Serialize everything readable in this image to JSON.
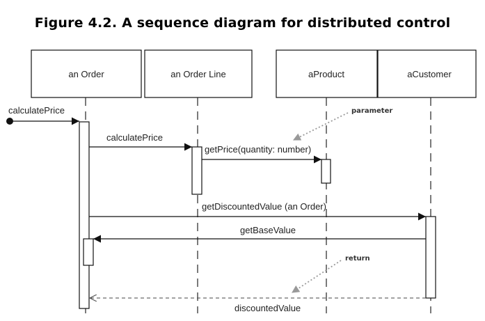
{
  "title": "Figure 4.2. A sequence diagram for distributed control",
  "lifelines": [
    {
      "name": "an Order"
    },
    {
      "name": "an Order Line"
    },
    {
      "name": "aProduct"
    },
    {
      "name": "aCustomer"
    }
  ],
  "messages": [
    {
      "label": "calculatePrice",
      "style": "found"
    },
    {
      "label": "calculatePrice",
      "style": "sync"
    },
    {
      "label": "getPrice(quantity: number)",
      "style": "sync"
    },
    {
      "label": "getDiscountedValue (an Order)",
      "style": "sync"
    },
    {
      "label": "getBaseValue",
      "style": "sync"
    },
    {
      "label": "discountedValue",
      "style": "return"
    }
  ],
  "notes": [
    {
      "label": "parameter"
    },
    {
      "label": "return"
    }
  ],
  "colors": {
    "line": "#111111",
    "note_arrow": "#999999"
  }
}
